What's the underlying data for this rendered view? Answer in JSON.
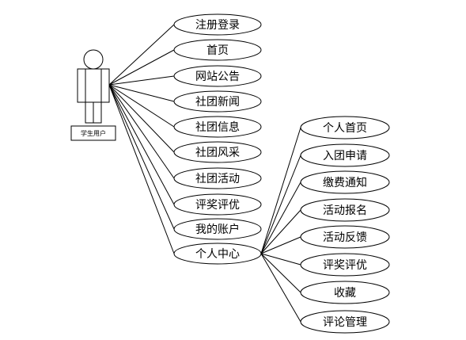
{
  "actor": {
    "label": "学生用户"
  },
  "main_use_cases": [
    "注册登录",
    "首页",
    "网站公告",
    "社团新闻",
    "社团信息",
    "社团风采",
    "社团活动",
    "评奖评优",
    "我的账户",
    "个人中心"
  ],
  "personal_center_use_cases": [
    "个人首页",
    "入团申请",
    "缴费通知",
    "活动报名",
    "活动反馈",
    "评奖评优",
    "收藏",
    "评论管理"
  ],
  "colors": {
    "line": "#000000",
    "fill": "#ffffff",
    "text": "#000000"
  }
}
